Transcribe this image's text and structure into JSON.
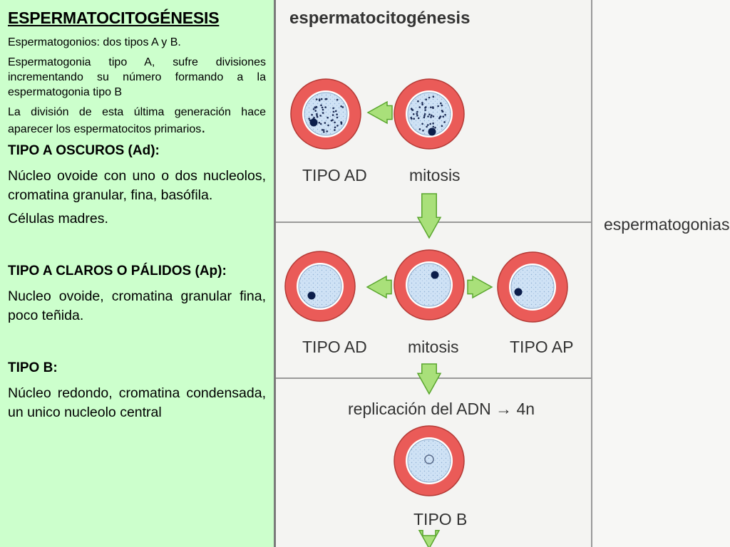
{
  "left": {
    "title": "ESPERMATOCITOGÉNESIS",
    "p1": "Espermatogonios:  dos tipos A y B.",
    "p2": "Espermatogonia tipo A, sufre divisiones incrementando su número formando a la espermatogonia tipo B",
    "p3": "La división de esta última generación hace aparecer los espermatocitos primarios",
    "p3_end": ".",
    "h1": "TIPO A OSCUROS (Ad):",
    "d1": "Núcleo ovoide con uno o dos nucleolos,  cromatina granular, fina,  basófila.",
    "d1b": "Células madres.",
    "h2": "TIPO  A  CLAROS  O  PÁLIDOS (Ap):",
    "d2": "Nucleo ovoide,  cromatina granular fina,  poco teñida.",
    "h3": "TIPO B:",
    "d3": "Núcleo  redondo,  cromatina condensada,  un unico nucleolo central"
  },
  "diagram": {
    "title": "espermatocitogénesis",
    "row1_left": "TIPO AD",
    "row1_right": "mitosis",
    "row2_left": "TIPO AD",
    "row2_mid": "mitosis",
    "row2_right": "TIPO AP",
    "replication": "replicación del ADN → 4n",
    "row3": "TIPO B",
    "side_label": "espermatogonias",
    "colors": {
      "cell_ring": "#ea5b58",
      "cell_ring_dark": "#b43a36",
      "nucleus": "#cfe2f5",
      "arrow_fill": "#a9e07a",
      "arrow_stroke": "#5aa62e",
      "nucleolus": "#0b1d4a"
    }
  }
}
